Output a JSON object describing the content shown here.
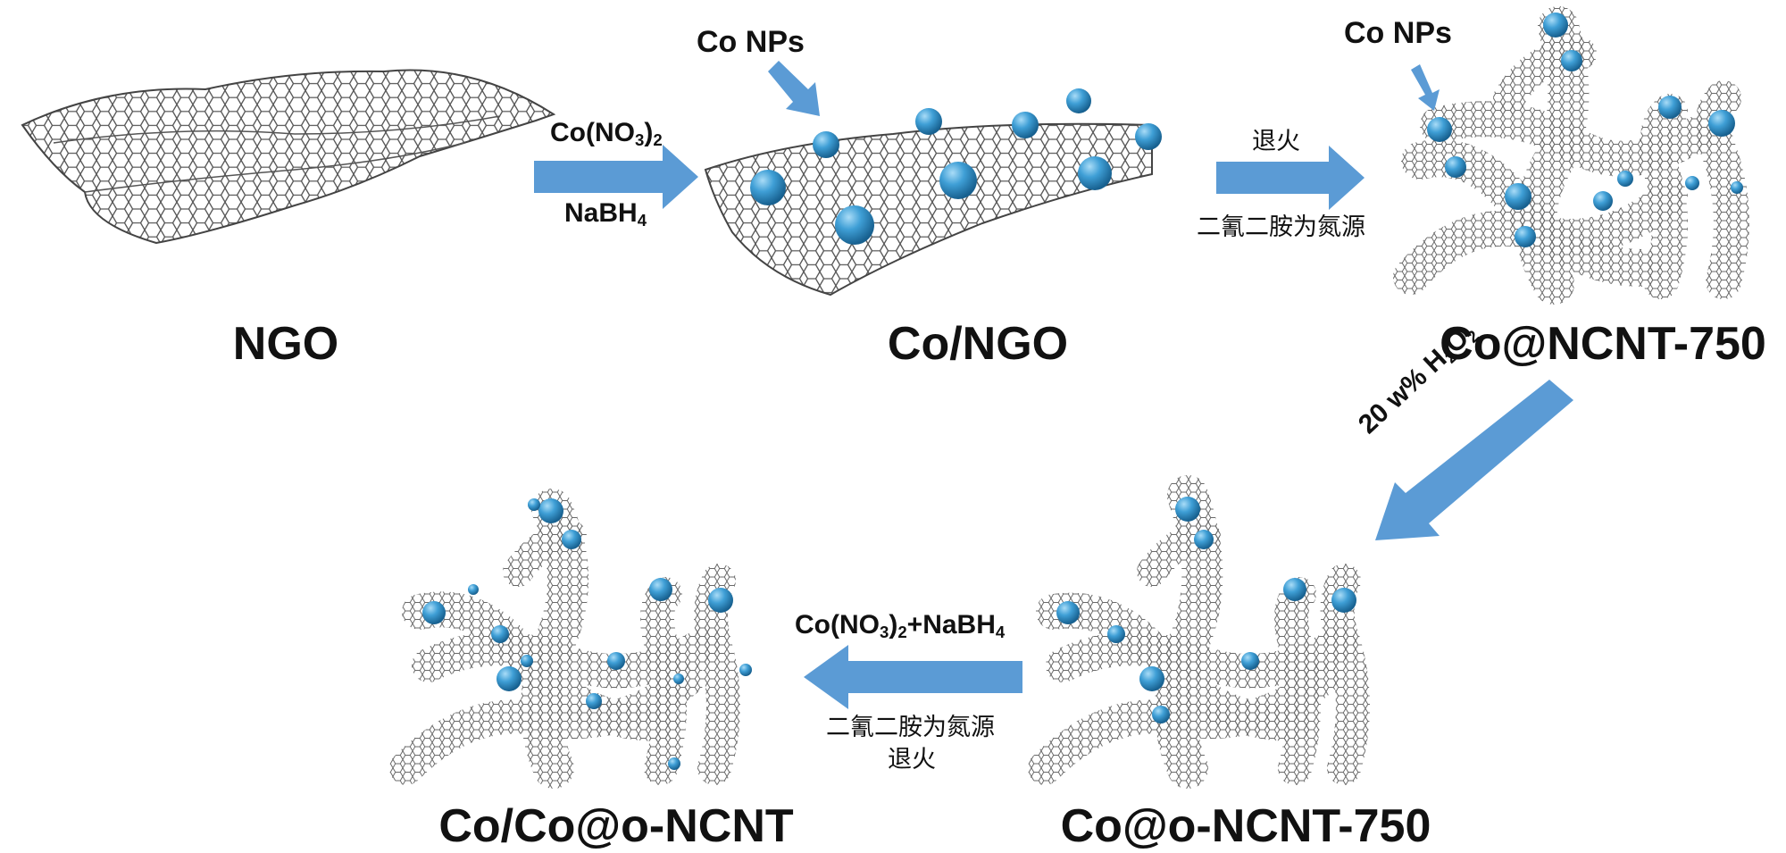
{
  "stages": [
    {
      "name": "NGO"
    },
    {
      "name": "Co/NGO"
    },
    {
      "name": "Co@NCNT-750"
    },
    {
      "name": "Co@o-NCNT-750"
    },
    {
      "name": "Co/Co@o-NCNT"
    }
  ],
  "callouts": {
    "co_nps_1": "Co NPs",
    "co_nps_2": "Co NPs"
  },
  "steps": {
    "step1": {
      "top_main": "Co(NO",
      "top_sub1": "3",
      "top_close": ")",
      "top_sub2": "2",
      "bottom_main": "NaBH",
      "bottom_sub": "4"
    },
    "step2": {
      "top": "退火",
      "bottom": "二氰二胺为氮源"
    },
    "step3": {
      "main": "20 w% H",
      "sub1": "2",
      "o": "O",
      "sub2": "2"
    },
    "step4": {
      "top_a": "Co(NO",
      "top_sub1": "3",
      "top_b": ")",
      "top_sub2": "2",
      "top_c": "+NaBH",
      "top_sub3": "4",
      "bottom1": "二氰二胺为氮源",
      "bottom2": "退火"
    }
  },
  "colors": {
    "arrow": "#5b9bd5",
    "particle": "#3f9fd6",
    "lattice": "#555555",
    "text": "#111111"
  }
}
